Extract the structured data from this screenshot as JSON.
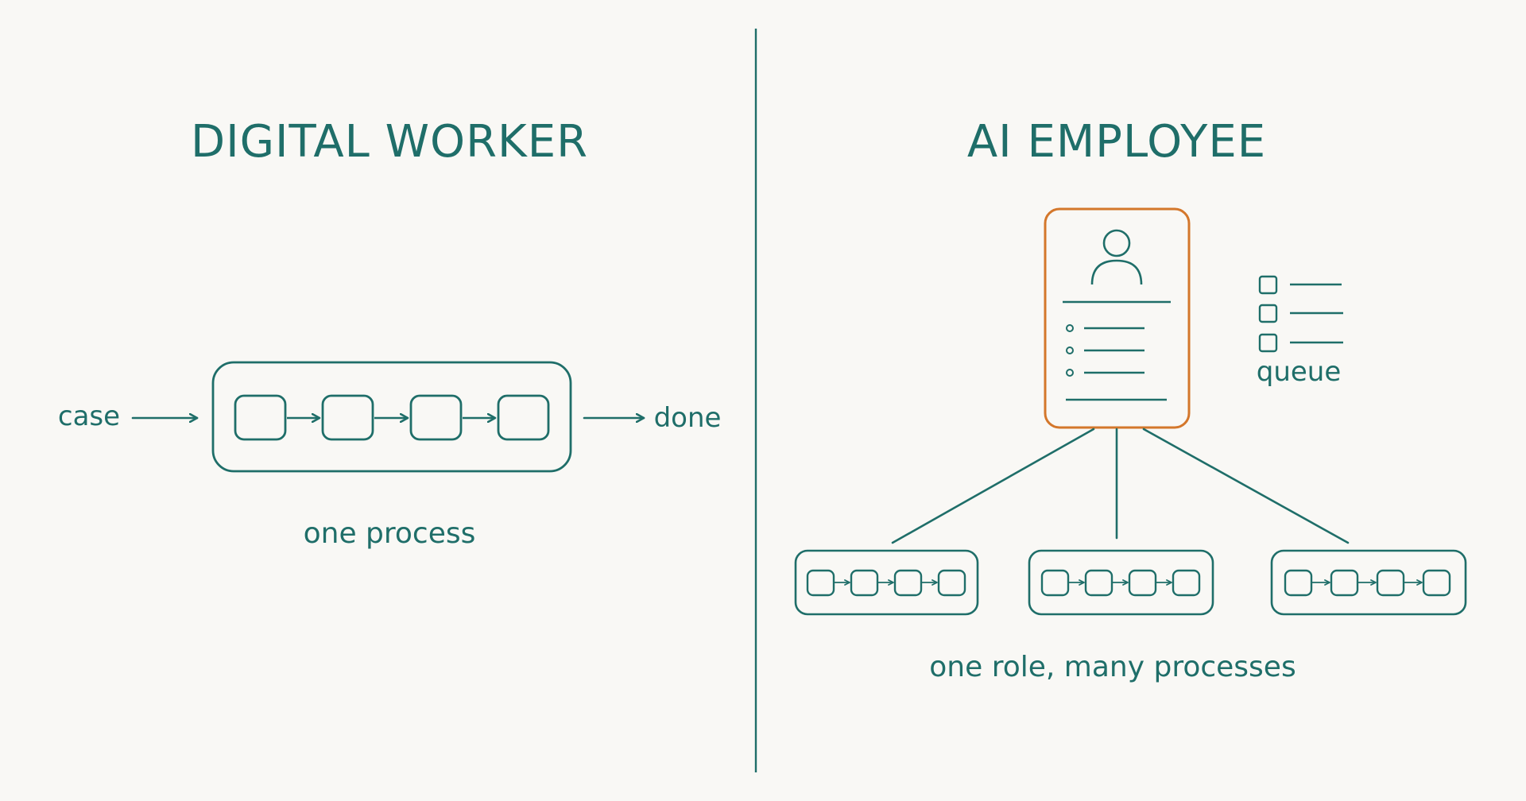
{
  "colors": {
    "primary": "#1f6e69",
    "accent": "#d4772b",
    "background": "#f9f8f5"
  },
  "left": {
    "title": "DIGITAL WORKER",
    "input_label": "case",
    "output_label": "done",
    "caption": "one process"
  },
  "right": {
    "title": "AI EMPLOYEE",
    "queue_label": "queue",
    "caption": "one role, many processes"
  },
  "icons": {
    "role_card": "person-card-icon",
    "queue": "checklist-icon"
  }
}
